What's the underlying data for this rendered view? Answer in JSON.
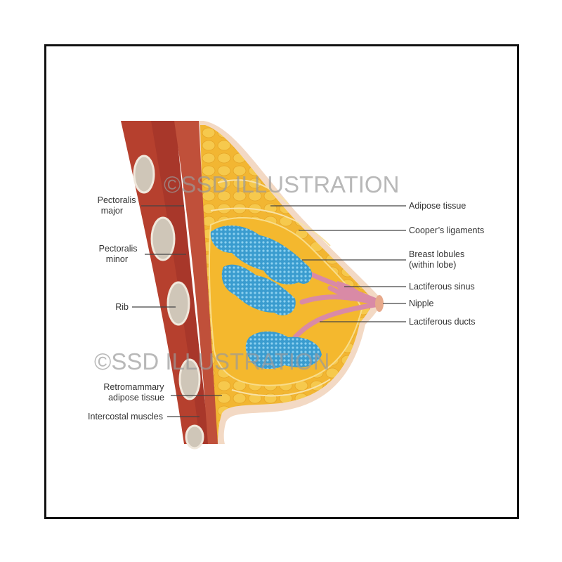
{
  "watermarks": [
    "©SSD ILLUSTRATION",
    "©SSD ILLUSTRATION"
  ],
  "labels_left": [
    {
      "lines": [
        "Pectoralis",
        "major"
      ]
    },
    {
      "lines": [
        "Pectoralis",
        "minor"
      ]
    },
    {
      "lines": [
        "Rib"
      ]
    },
    {
      "lines": [
        "Retromammary",
        "adipose tissue"
      ]
    },
    {
      "lines": [
        "Intercostal muscles"
      ]
    }
  ],
  "labels_right": [
    {
      "lines": [
        "Adipose tissue"
      ]
    },
    {
      "lines": [
        "Cooper’s ligaments"
      ]
    },
    {
      "lines": [
        "Breast lobules",
        "(within lobe)"
      ]
    },
    {
      "lines": [
        "Lactiferous sinus"
      ]
    },
    {
      "lines": [
        "Nipple"
      ]
    },
    {
      "lines": [
        "Lactiferous ducts"
      ]
    }
  ],
  "colors": {
    "fat": "#f2b632",
    "fat_light": "#f8d46a",
    "muscle": "#b6402e",
    "rib": "#cfc6b8",
    "lobule": "#3a9ccf",
    "duct": "#d98aa6",
    "skin": "#f3d9c4"
  }
}
